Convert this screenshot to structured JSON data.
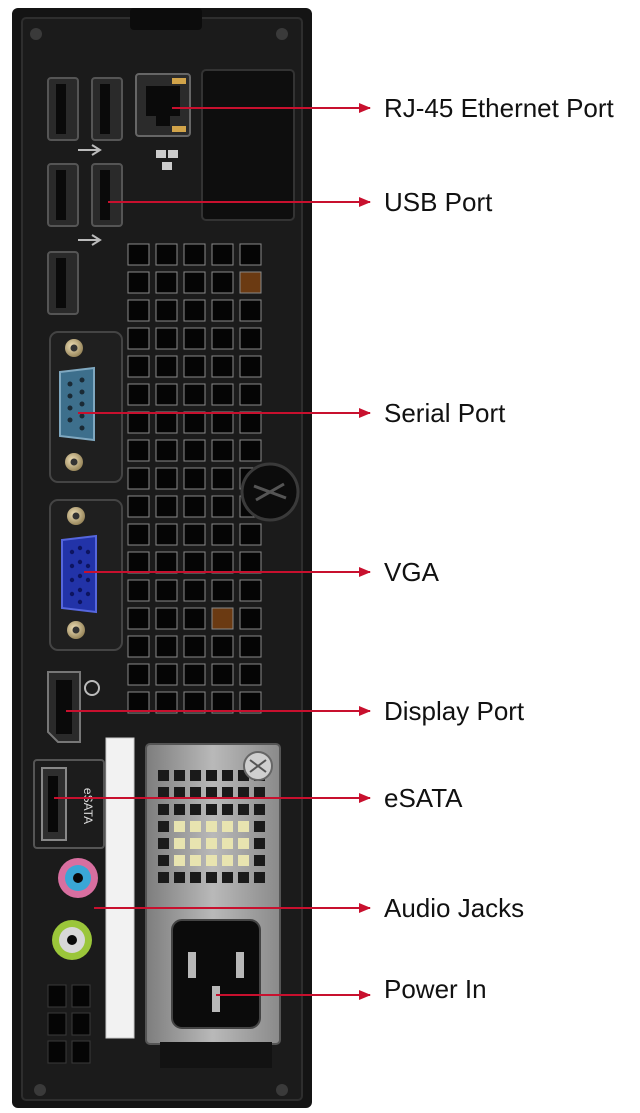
{
  "colors": {
    "background": "#ffffff",
    "chassis": "#141414",
    "panel": "#202020",
    "grille_hole": "#050505",
    "port_metal": "#2a2a2a",
    "serial_blue": "#3d6f8c",
    "vga_blue": "#2233a8",
    "audio_pink": "#d86fa0",
    "audio_blue": "#3aa7d6",
    "audio_green": "#9bc63a",
    "psu_silver": "#9a9a9a",
    "card_white": "#f2f2f2",
    "pointer": "#c8102e"
  },
  "port_labels": [
    {
      "id": "rj45",
      "text": "RJ-45 Ethernet Port",
      "icon": "ethernet-icon"
    },
    {
      "id": "usb",
      "text": "USB Port",
      "icon": "usb-icon"
    },
    {
      "id": "serial",
      "text": "Serial Port",
      "icon": "serial-port-icon"
    },
    {
      "id": "vga",
      "text": "VGA",
      "icon": "vga-port-icon"
    },
    {
      "id": "displayport",
      "text": "Display Port",
      "icon": "display-port-icon"
    },
    {
      "id": "esata",
      "text": "eSATA",
      "icon": "esata-port-icon"
    },
    {
      "id": "audio",
      "text": "Audio Jacks",
      "icon": "audio-jack-icon"
    },
    {
      "id": "power",
      "text": "Power In",
      "icon": "power-inlet-icon"
    }
  ],
  "chassis_markings": {
    "esata_tag": "eSATA"
  }
}
